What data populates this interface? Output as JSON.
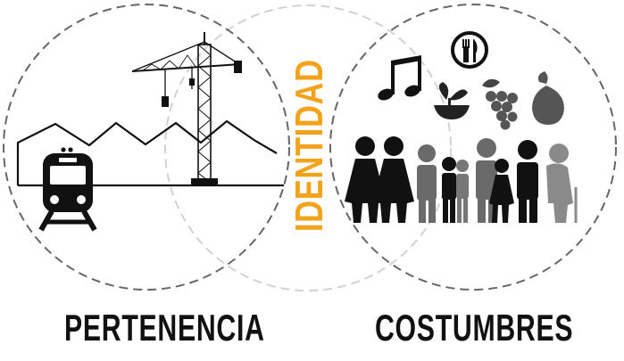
{
  "diagram": {
    "center_label": "IDENTIDAD",
    "left_label": "PERTENENCIA",
    "right_label": "COSTUMBRES"
  },
  "colors": {
    "accent": "#F2A31B",
    "circle_stroke": "#666666",
    "middle_circle_stroke": "#cfcfcf",
    "icon_dark": "#111111",
    "icon_mid": "#555555",
    "icon_light": "#8a8a8a"
  },
  "icons": {
    "left_circle": [
      "rooftops-icon",
      "crane-icon",
      "train-icon"
    ],
    "right_circle": [
      "music-note-icon",
      "cutlery-icon",
      "sprout-icon",
      "grapes-icon",
      "fruit-icon",
      "family-icon"
    ]
  }
}
